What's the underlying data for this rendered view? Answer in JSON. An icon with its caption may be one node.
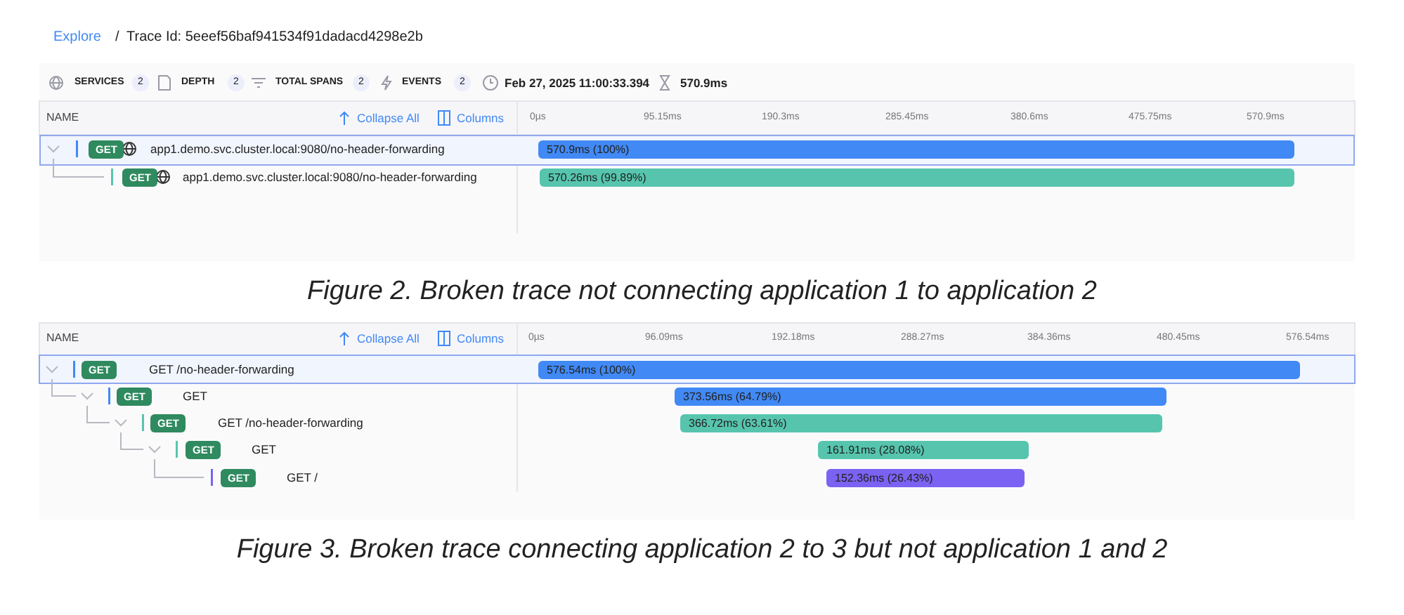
{
  "diagram": {
    "nodes": [
      {
        "text": [
          "GET",
          "app1.demo.svc.cluster.local:9080/no-header-forwarding"
        ]
      },
      {
        "text": [
          "GET",
          "app1.demo.svc.cluster.local:9080/no-header-forwarding"
        ]
      },
      {
        "text": [
          "GET",
          "GET /no-header-forwarding"
        ]
      },
      {
        "text": [
          "GET",
          "GET"
        ]
      },
      {
        "text": [
          "GET",
          "GET /no-header-forwarding"
        ]
      },
      {
        "text": [
          "GET",
          "GET"
        ]
      },
      {
        "text": [
          "GET",
          "GET /"
        ]
      }
    ],
    "edges": [
      {
        "from": 0,
        "to": 1,
        "arrow": "none"
      },
      {
        "from": 2,
        "to": 3,
        "arrow": "none"
      },
      {
        "from": 3,
        "to": 4,
        "arrow": "none"
      },
      {
        "from": 4,
        "to": 5,
        "arrow": "none"
      },
      {
        "from": 5,
        "to": 6,
        "arrow": "none"
      }
    ],
    "labels": [
      "Explore",
      "/",
      "Trace Id: 5eeef56baf941534f91dadacd4298e2b",
      "SERVICES",
      "2",
      "DEPTH",
      "2",
      "TOTAL SPANS",
      "2",
      "EVENTS",
      "2",
      "Feb 27, 2025 11:00:33.394",
      "570.9ms",
      "NAME",
      "Collapse All",
      "Columns",
      "0µs",
      "95.15ms",
      "190.3ms",
      "285.45ms",
      "380.6ms",
      "475.75ms",
      "570.9ms",
      "570.9ms (100%)",
      "570.26ms (99.89%)",
      "Figure 2. Broken trace not connecting application 1 to application 2",
      "NAME",
      "Collapse All",
      "Columns",
      "0µs",
      "96.09ms",
      "192.18ms",
      "288.27ms",
      "384.36ms",
      "480.45ms",
      "576.54ms",
      "576.54ms (100%)",
      "373.56ms (64.79%)",
      "366.72ms (63.61%)",
      "161.91ms (28.08%)",
      "152.36ms (26.43%)",
      "Figure 3. Broken trace connecting application 2 to 3 but not application 1 and 2"
    ]
  }
}
